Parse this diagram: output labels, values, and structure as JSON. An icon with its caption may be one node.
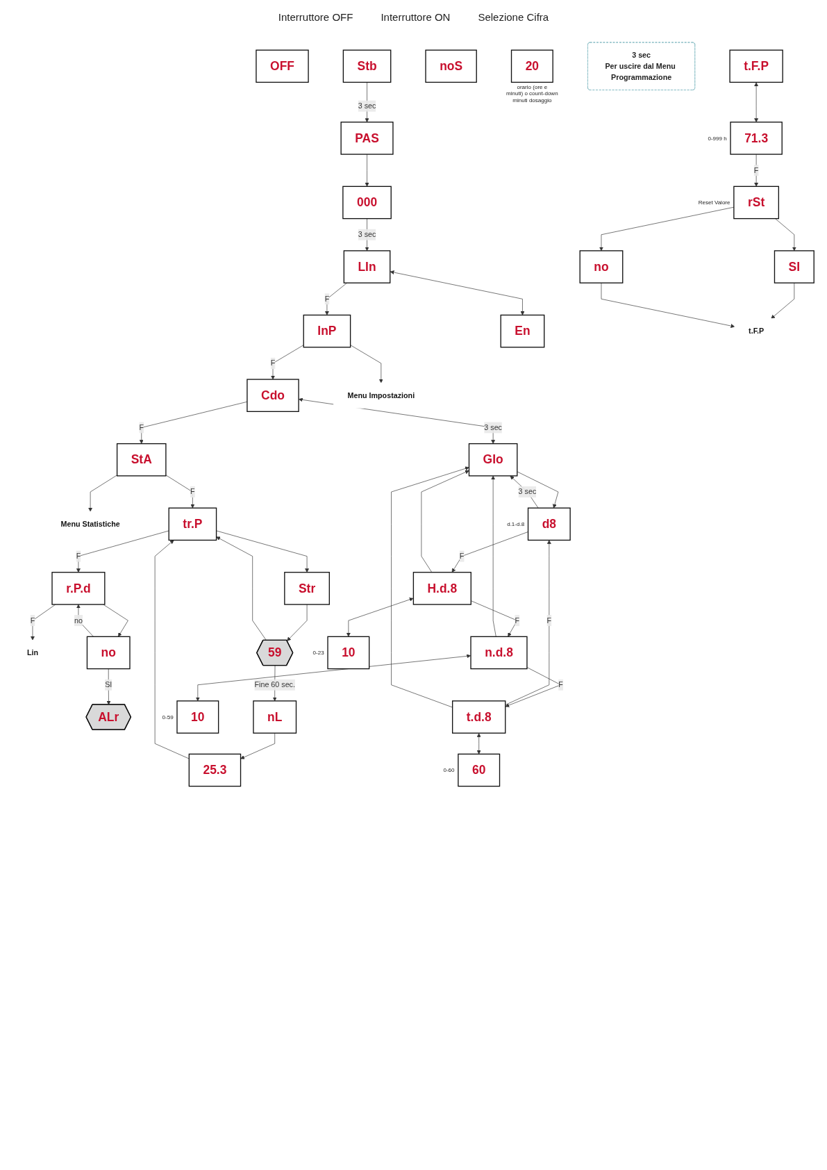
{
  "diagram": {
    "nodes": [
      {
        "text": [
          "OFF"
        ]
      },
      {
        "text": [
          "Stb"
        ]
      },
      {
        "text": [
          "noS"
        ]
      },
      {
        "text": [
          "20"
        ],
        "beside": [
          "orario (ore e minuti) o count-down minuti dosaggio"
        ]
      },
      {
        "text": [
          "ALr"
        ]
      },
      {
        "text": [
          "PAS"
        ]
      },
      {
        "text": [
          "000"
        ]
      },
      {
        "text": [
          "LIn"
        ]
      },
      {
        "text": [
          "InP"
        ]
      },
      {
        "text": [
          "Cdo"
        ]
      },
      {
        "text": [
          "StA"
        ]
      },
      {
        "text": [
          "Menu Statistiche"
        ]
      },
      {
        "text": [
          "tr.P"
        ]
      },
      {
        "text": [
          "r.P.d"
        ]
      },
      {
        "text": [
          "Lin"
        ]
      },
      {
        "text": [
          "En"
        ]
      },
      {
        "text": [
          "Menu Impostazioni"
        ]
      },
      {
        "text": [
          "GIo"
        ]
      },
      {
        "text": [
          "Str"
        ]
      },
      {
        "text": [
          "no"
        ]
      },
      {
        "text": [
          "d8"
        ],
        "beside": [
          "d.1-d.8"
        ]
      },
      {
        "text": [
          "H.d.8"
        ]
      },
      {
        "text": [
          "n.d.8"
        ]
      },
      {
        "text": [
          "t.d.8"
        ]
      },
      {
        "text": [
          "59"
        ]
      },
      {
        "text": [
          "10"
        ],
        "beside": [
          "0-23"
        ]
      },
      {
        "text": [
          "10"
        ],
        "beside": [
          "0-59"
        ]
      },
      {
        "text": [
          "60"
        ],
        "beside": [
          "0-60"
        ]
      },
      {
        "text": [
          "nL"
        ]
      },
      {
        "text": [
          "25.3"
        ]
      },
      {
        "text": [
          "3 sec",
          "Per uscire dal Menu Programmazione"
        ]
      },
      {
        "text": [
          "t.F.P"
        ]
      },
      {
        "text": [
          "71.3"
        ],
        "beside": [
          "0-999 h"
        ]
      },
      {
        "text": [
          "rSt"
        ],
        "beside": [
          "Reset Valore"
        ]
      },
      {
        "text": [
          "SI"
        ]
      },
      {
        "text": [
          "no"
        ]
      },
      {
        "text": [
          "t.F.P"
        ]
      }
    ],
    "edges": [
      {
        "from": 1,
        "to": 5,
        "arrow": "to",
        "label": "3 sec"
      },
      {
        "from": 5,
        "to": 6,
        "arrow": "to"
      },
      {
        "from": 6,
        "to": 7,
        "arrow": "to",
        "label": "3 sec"
      },
      {
        "from": 7,
        "to": 8,
        "arrow": "to",
        "label": "F"
      },
      {
        "from": 8,
        "to": 9,
        "arrow": "to",
        "label": "F"
      },
      {
        "from": 9,
        "to": 10,
        "arrow": "to",
        "label": "F"
      },
      {
        "from": 10,
        "to": 12,
        "arrow": "to",
        "label": "F"
      },
      {
        "from": 10,
        "to": 11,
        "arrow": "to"
      },
      {
        "from": 12,
        "to": 13,
        "arrow": "to",
        "label": "F"
      },
      {
        "from": 13,
        "to": 14,
        "arrow": "to",
        "label": "F"
      },
      {
        "from": 7,
        "to": 15,
        "arrow": "both"
      },
      {
        "from": 8,
        "to": 16,
        "arrow": "to"
      },
      {
        "from": 9,
        "to": 17,
        "arrow": "both",
        "label": "3 sec"
      },
      {
        "from": 17,
        "to": 20,
        "arrow": "to"
      },
      {
        "from": 12,
        "to": 18,
        "arrow": "to"
      },
      {
        "from": 13,
        "to": 19,
        "arrow": "to"
      },
      {
        "from": 19,
        "to": 13,
        "arrow": "to",
        "label": "no"
      },
      {
        "from": 19,
        "to": 4,
        "arrow": "to",
        "label": "SI"
      },
      {
        "from": 20,
        "to": 21,
        "arrow": "to",
        "label": "F"
      },
      {
        "from": 21,
        "to": 22,
        "arrow": "to",
        "label": "F"
      },
      {
        "from": 22,
        "to": 23,
        "arrow": "to",
        "label": "F"
      },
      {
        "from": 23,
        "to": 20,
        "arrow": "to",
        "label": "F"
      },
      {
        "from": 20,
        "to": 17,
        "arrow": "to",
        "label": "3 sec"
      },
      {
        "from": 21,
        "to": 17,
        "arrow": "to"
      },
      {
        "from": 22,
        "to": 17,
        "arrow": "to"
      },
      {
        "from": 23,
        "to": 17,
        "arrow": "to"
      },
      {
        "from": 21,
        "to": 25,
        "arrow": "both"
      },
      {
        "from": 22,
        "to": 26,
        "arrow": "both"
      },
      {
        "from": 23,
        "to": 27,
        "arrow": "both"
      },
      {
        "from": 18,
        "to": 24,
        "arrow": "to"
      },
      {
        "from": 24,
        "to": 28,
        "arrow": "to",
        "label": "Fine 60 sec."
      },
      {
        "from": 24,
        "to": 12,
        "arrow": "to"
      },
      {
        "from": 28,
        "to": 29,
        "arrow": "to"
      },
      {
        "from": 29,
        "to": 12,
        "arrow": "to"
      },
      {
        "from": 31,
        "to": 32,
        "arrow": "both"
      },
      {
        "from": 32,
        "to": 33,
        "arrow": "to",
        "label": "F"
      },
      {
        "from": 33,
        "to": 34,
        "arrow": "to"
      },
      {
        "from": 33,
        "to": 35,
        "arrow": "to"
      },
      {
        "from": 34,
        "to": 36,
        "arrow": "to"
      },
      {
        "from": 35,
        "to": 36,
        "arrow": "to"
      }
    ],
    "labels": [
      "Interruttore OFF",
      "Interruttore ON",
      "Selezione Cifra"
    ]
  }
}
